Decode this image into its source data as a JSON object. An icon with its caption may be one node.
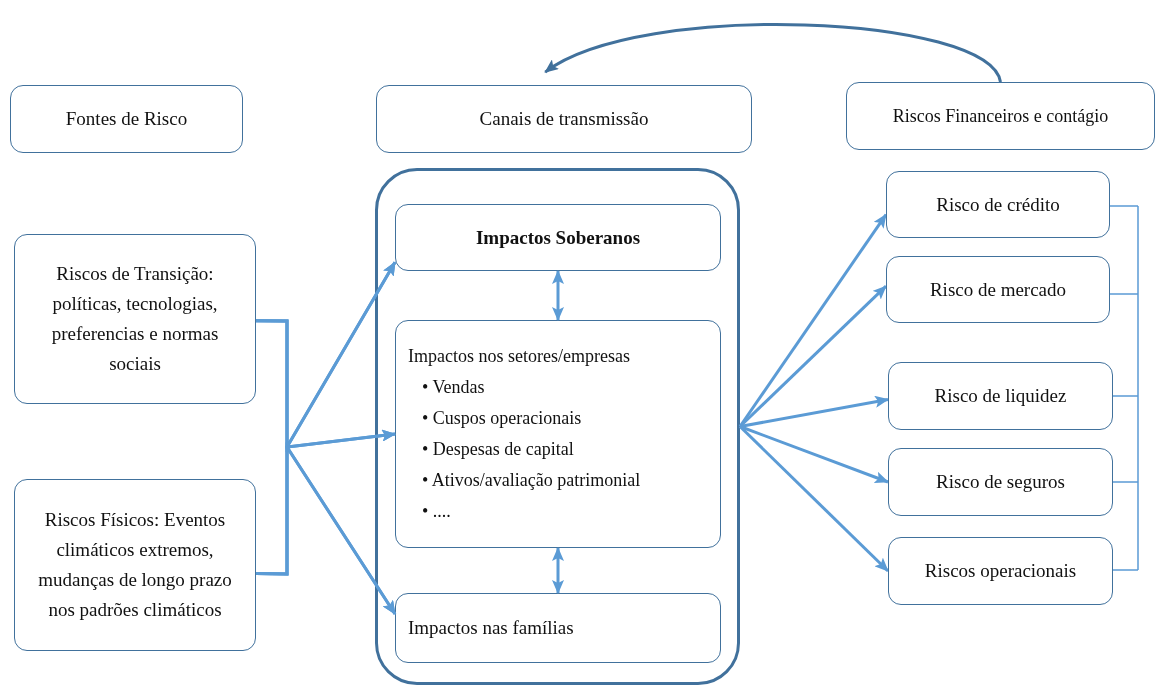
{
  "diagram": {
    "nodes": [
      {
        "text": [
          "Fontes de Risco"
        ]
      },
      {
        "text": [
          "Canais de transmissão"
        ]
      },
      {
        "text": [
          "Riscos Financeiros e contágio"
        ]
      },
      {
        "text": [
          "Riscos de Transição: políticas, tecnologias, preferencias e normas sociais"
        ]
      },
      {
        "text": [
          "Riscos Físicos: Eventos climáticos extremos, mudanças de longo prazo nos padrões climáticos"
        ]
      },
      {
        "text": [],
        "shape": "box"
      },
      {
        "text": [
          "Impactos Soberanos"
        ],
        "in": 5
      },
      {
        "text": [
          "Impactos nos setores/empresas",
          "• Vendas",
          "• Cuspos operacionais",
          "• Despesas de capital",
          "• Ativos/avaliação patrimonial",
          "• ...."
        ],
        "in": 5
      },
      {
        "text": [
          "Impactos nas famílias"
        ],
        "in": 5
      },
      {
        "text": [
          "Risco de crédito"
        ]
      },
      {
        "text": [
          "Risco de mercado"
        ]
      },
      {
        "text": [
          "Risco de liquidez"
        ]
      },
      {
        "text": [
          "Risco de seguros"
        ]
      },
      {
        "text": [
          "Riscos operacionais"
        ]
      }
    ],
    "edges": [
      {
        "from": 2,
        "to": 1,
        "arrow": "to",
        "color": "#41719c"
      },
      {
        "from": 3,
        "to": 6,
        "arrow": "to"
      },
      {
        "from": 3,
        "to": 7,
        "arrow": "to"
      },
      {
        "from": 3,
        "to": 8,
        "arrow": "to"
      },
      {
        "from": 4,
        "to": 6,
        "arrow": "to"
      },
      {
        "from": 4,
        "to": 7,
        "arrow": "to"
      },
      {
        "from": 4,
        "to": 8,
        "arrow": "to"
      },
      {
        "from": 6,
        "to": 7,
        "arrow": "both"
      },
      {
        "from": 7,
        "to": 8,
        "arrow": "both"
      },
      {
        "from": 5,
        "to": 9,
        "arrow": "to"
      },
      {
        "from": 5,
        "to": 10,
        "arrow": "to"
      },
      {
        "from": 5,
        "to": 11,
        "arrow": "to"
      },
      {
        "from": 5,
        "to": 12,
        "arrow": "to"
      },
      {
        "from": 5,
        "to": 13,
        "arrow": "to"
      }
    ]
  }
}
